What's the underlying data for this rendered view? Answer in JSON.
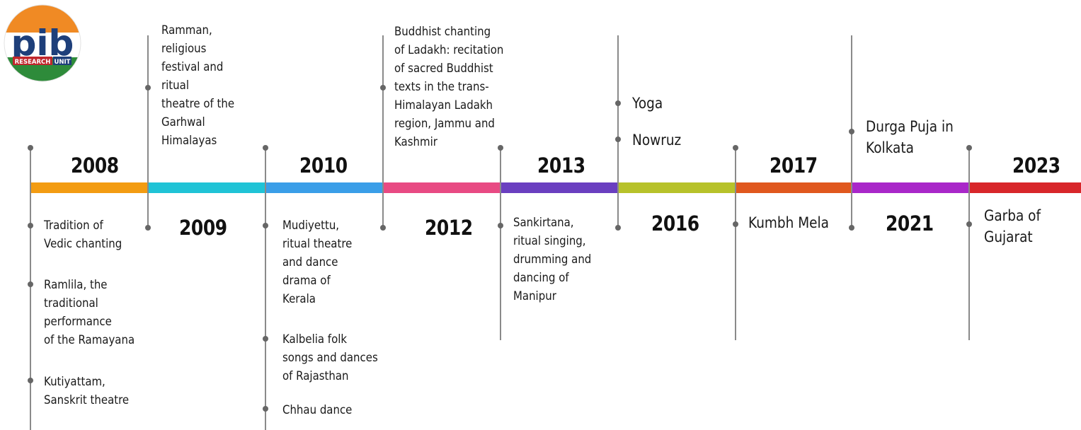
{
  "logo": {
    "main": "pib",
    "banner_left": "RESEARCH",
    "banner_right": "UNIT"
  },
  "timeline": {
    "segment_colors": [
      "#f39c12",
      "#1fc3d6",
      "#3a9ee8",
      "#e84a83",
      "#6a3fc0",
      "#b7c22a",
      "#e0581e",
      "#a927c9",
      "#d8262a"
    ],
    "years": [
      "2008",
      "2009",
      "2010",
      "2012",
      "2013",
      "2016",
      "2017",
      "2021",
      "2023"
    ],
    "entries": {
      "y2008": [
        "Tradition of\nVedic chanting",
        "Ramlila, the\ntraditional\nperformance\nof the Ramayana",
        "Kutiyattam,\nSanskrit theatre"
      ],
      "y2009": [
        "Ramman,\nreligious\nfestival and\nritual\ntheatre of the\nGarhwal\nHimalayas"
      ],
      "y2010": [
        "Mudiyettu,\nritual theatre\nand dance\ndrama of\nKerala",
        "Kalbelia folk\nsongs and dances\nof Rajasthan",
        "Chhau dance"
      ],
      "y2012": [
        "Buddhist chanting\nof Ladakh: recitation\nof sacred Buddhist\ntexts in the trans-\nHimalayan Ladakh\nregion, Jammu and\nKashmir"
      ],
      "y2013": [
        "Sankirtana,\nritual singing,\ndrumming and\ndancing of\nManipur"
      ],
      "y2016": [
        "Yoga",
        "Nowruz"
      ],
      "y2017": [
        "Kumbh Mela"
      ],
      "y2021": [
        "Durga Puja in\nKolkata"
      ],
      "y2023": [
        "Garba of\nGujarat"
      ]
    }
  }
}
